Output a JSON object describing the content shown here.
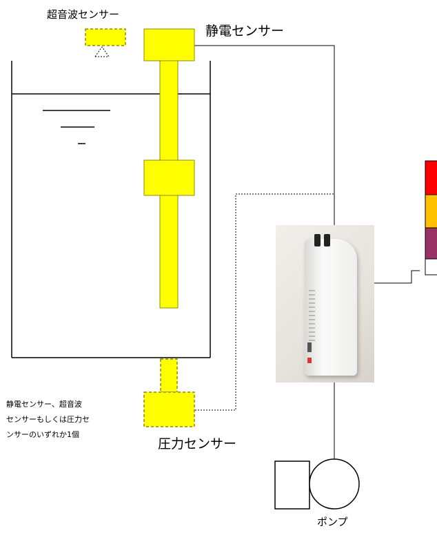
{
  "labels": {
    "ultrasonic_sensor": "超音波センサー",
    "electrostatic_sensor": "静電センサー",
    "pressure_sensor": "圧力センサー",
    "pump": "ポンプ",
    "note_line1": "静電センサー、超音波",
    "note_line2": "センサーもしくは圧力セ",
    "note_line3": "ンサーのいずれか1個"
  },
  "colors": {
    "sensor_fill": "#ffff00",
    "sensor_stroke": "#8c8c00",
    "indicator": [
      "#ff0000",
      "#ffc000",
      "#993366",
      "#ffffff"
    ]
  }
}
